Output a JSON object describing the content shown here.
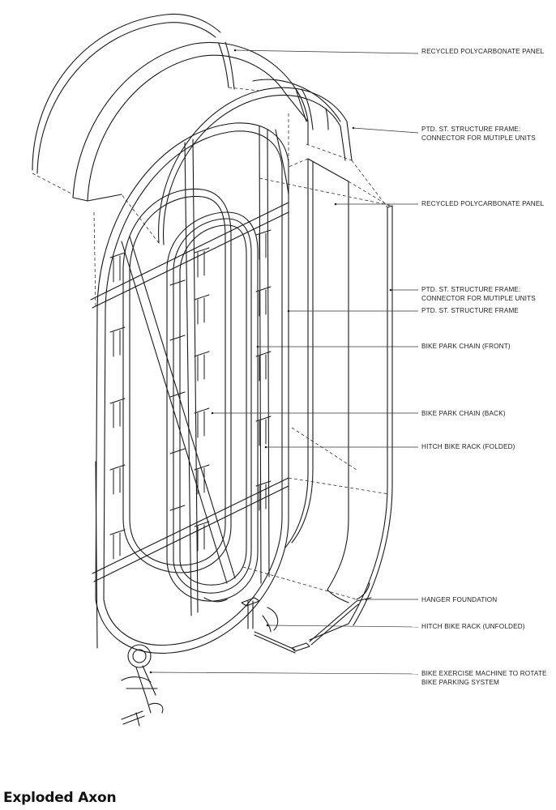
{
  "title": "Exploded Axon",
  "callouts": [
    {
      "id": "panel-top",
      "lines": [
        "RECYCLED POLYCARBONATE PANEL"
      ]
    },
    {
      "id": "frame-connector-top",
      "lines": [
        "PTD. ST. STRUCTURE FRAME:",
        "CONNECTOR FOR MUTIPLE UNITS"
      ]
    },
    {
      "id": "panel-side",
      "lines": [
        "RECYCLED POLYCARBONATE PANEL"
      ]
    },
    {
      "id": "frame-connector-side",
      "lines": [
        "PTD. ST. STRUCTURE FRAME:",
        "CONNECTOR FOR MUTIPLE UNITS"
      ]
    },
    {
      "id": "frame",
      "lines": [
        "PTD. ST. STRUCTURE FRAME"
      ]
    },
    {
      "id": "chain-front",
      "lines": [
        "BIKE PARK CHAIN (FRONT)"
      ]
    },
    {
      "id": "chain-back",
      "lines": [
        "BIKE PARK CHAIN (BACK)"
      ]
    },
    {
      "id": "rack-folded",
      "lines": [
        "HITCH BIKE RACK (FOLDED)"
      ]
    },
    {
      "id": "hanger-foundation",
      "lines": [
        "HANGER FOUNDATION"
      ]
    },
    {
      "id": "rack-unfolded",
      "lines": [
        "HITCH BIKE RACK (UNFOLDED)"
      ]
    },
    {
      "id": "exercise-machine",
      "lines": [
        "BIKE EXERCISE MACHINE TO ROTATE",
        "BIKE PARKING SYSTEM"
      ]
    }
  ]
}
